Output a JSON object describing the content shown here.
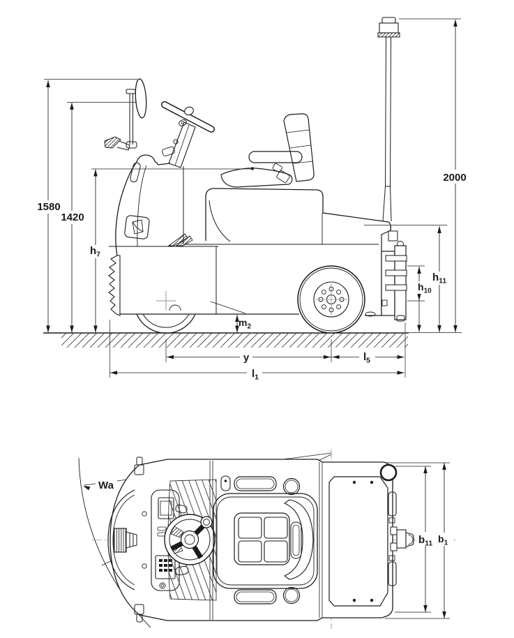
{
  "drawing": {
    "description_labels_only": "dimension drawing, side and top view",
    "colors": {
      "line": "#1a1a1a",
      "background": "#ffffff",
      "centerline": "#8f8f8f"
    }
  },
  "side_view": {
    "dimensions": {
      "height_1580": {
        "value": "1580"
      },
      "height_1420": {
        "value": "1420"
      },
      "height_2000": {
        "value": "2000"
      },
      "h7": {
        "base": "h",
        "sub": "7"
      },
      "h10": {
        "base": "h",
        "sub": "10"
      },
      "h11": {
        "base": "h",
        "sub": "11"
      },
      "m2": {
        "base": "m",
        "sub": "2"
      },
      "y": {
        "value": "y"
      },
      "l5": {
        "base": "l",
        "sub": "5"
      },
      "l1": {
        "base": "l",
        "sub": "1"
      }
    }
  },
  "top_view": {
    "dimensions": {
      "wa": {
        "value": "Wa"
      },
      "b11": {
        "base": "b",
        "sub": "11"
      },
      "b1": {
        "base": "b",
        "sub": "1"
      }
    }
  }
}
